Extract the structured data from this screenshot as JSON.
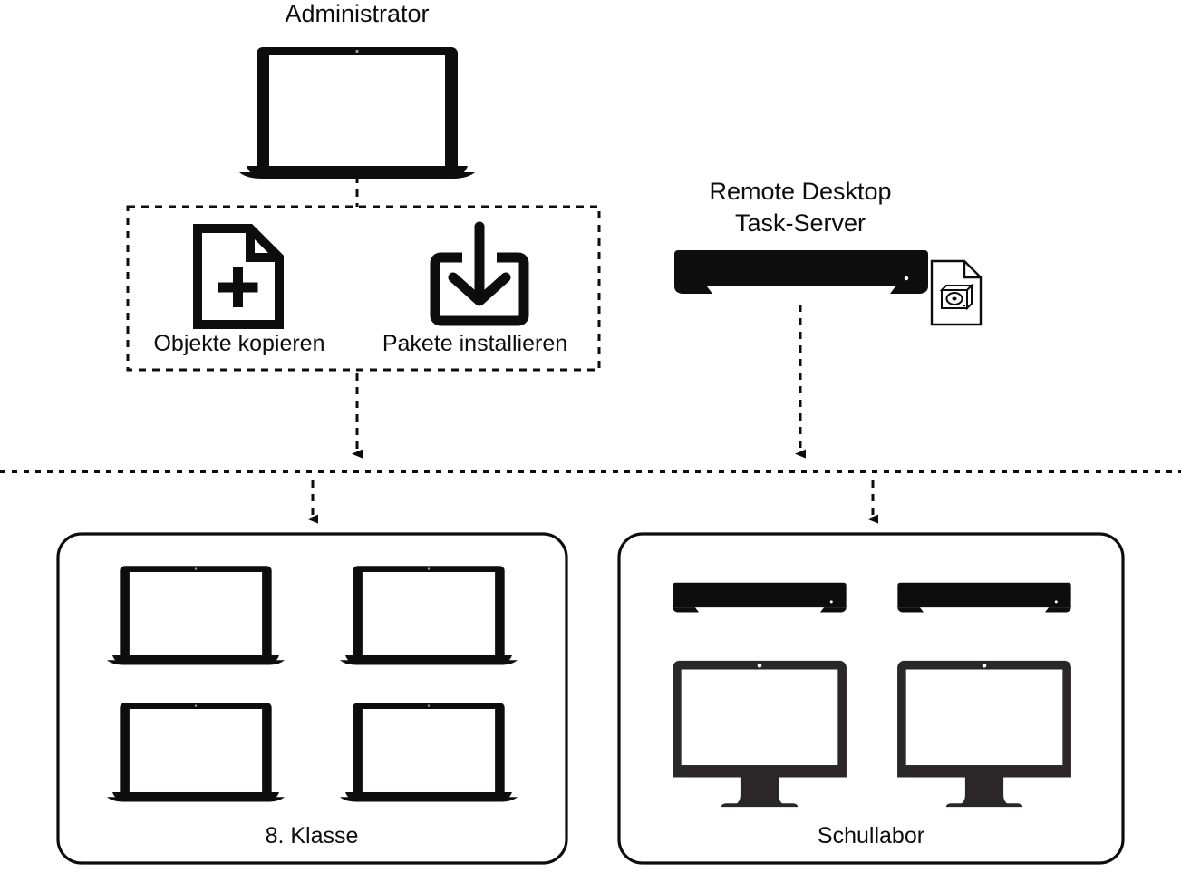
{
  "diagram": {
    "type": "deployment-flow-diagram",
    "title_admin": "Administrator",
    "title_server_line1": "Remote Desktop",
    "title_server_line2": "Task-Server",
    "divider": "dotted-boundary-line"
  },
  "admin": {
    "label": "Administrator",
    "device_icon": "laptop-icon"
  },
  "tasks": {
    "items": [
      {
        "label": "Objekte kopieren",
        "icon": "document-plus-icon"
      },
      {
        "label": "Pakete installieren",
        "icon": "download-box-icon"
      }
    ]
  },
  "server": {
    "label_line1": "Remote Desktop",
    "label_line2": "Task-Server",
    "device_icon": "mac-mini-server-icon",
    "badge_icon": "disk-document-icon"
  },
  "groups": [
    {
      "name": "classroom-group",
      "label": "8. Klasse",
      "devices": [
        {
          "icon": "laptop-icon"
        },
        {
          "icon": "laptop-icon"
        },
        {
          "icon": "laptop-icon"
        },
        {
          "icon": "laptop-icon"
        }
      ]
    },
    {
      "name": "lab-group",
      "label": "Schullabor",
      "devices": [
        {
          "icon": "mac-mini-icon"
        },
        {
          "icon": "mac-mini-icon"
        },
        {
          "icon": "imac-desktop-icon"
        },
        {
          "icon": "imac-desktop-icon"
        }
      ]
    }
  ],
  "colors": {
    "ink": "#0d0d0d",
    "bezel_dark": "#2b2728",
    "background": "#ffffff",
    "stroke": "#000000"
  },
  "flows": [
    {
      "from": "admin",
      "to": "tasks-bracket",
      "style": "dashed"
    },
    {
      "from": "tasks-bracket",
      "to": "divider",
      "style": "dashed-arrow"
    },
    {
      "from": "divider",
      "to": "classroom-group",
      "style": "dashed-arrow"
    },
    {
      "from": "server",
      "to": "divider",
      "style": "dashed-arrow"
    },
    {
      "from": "divider",
      "to": "lab-group",
      "style": "dashed-arrow"
    }
  ]
}
